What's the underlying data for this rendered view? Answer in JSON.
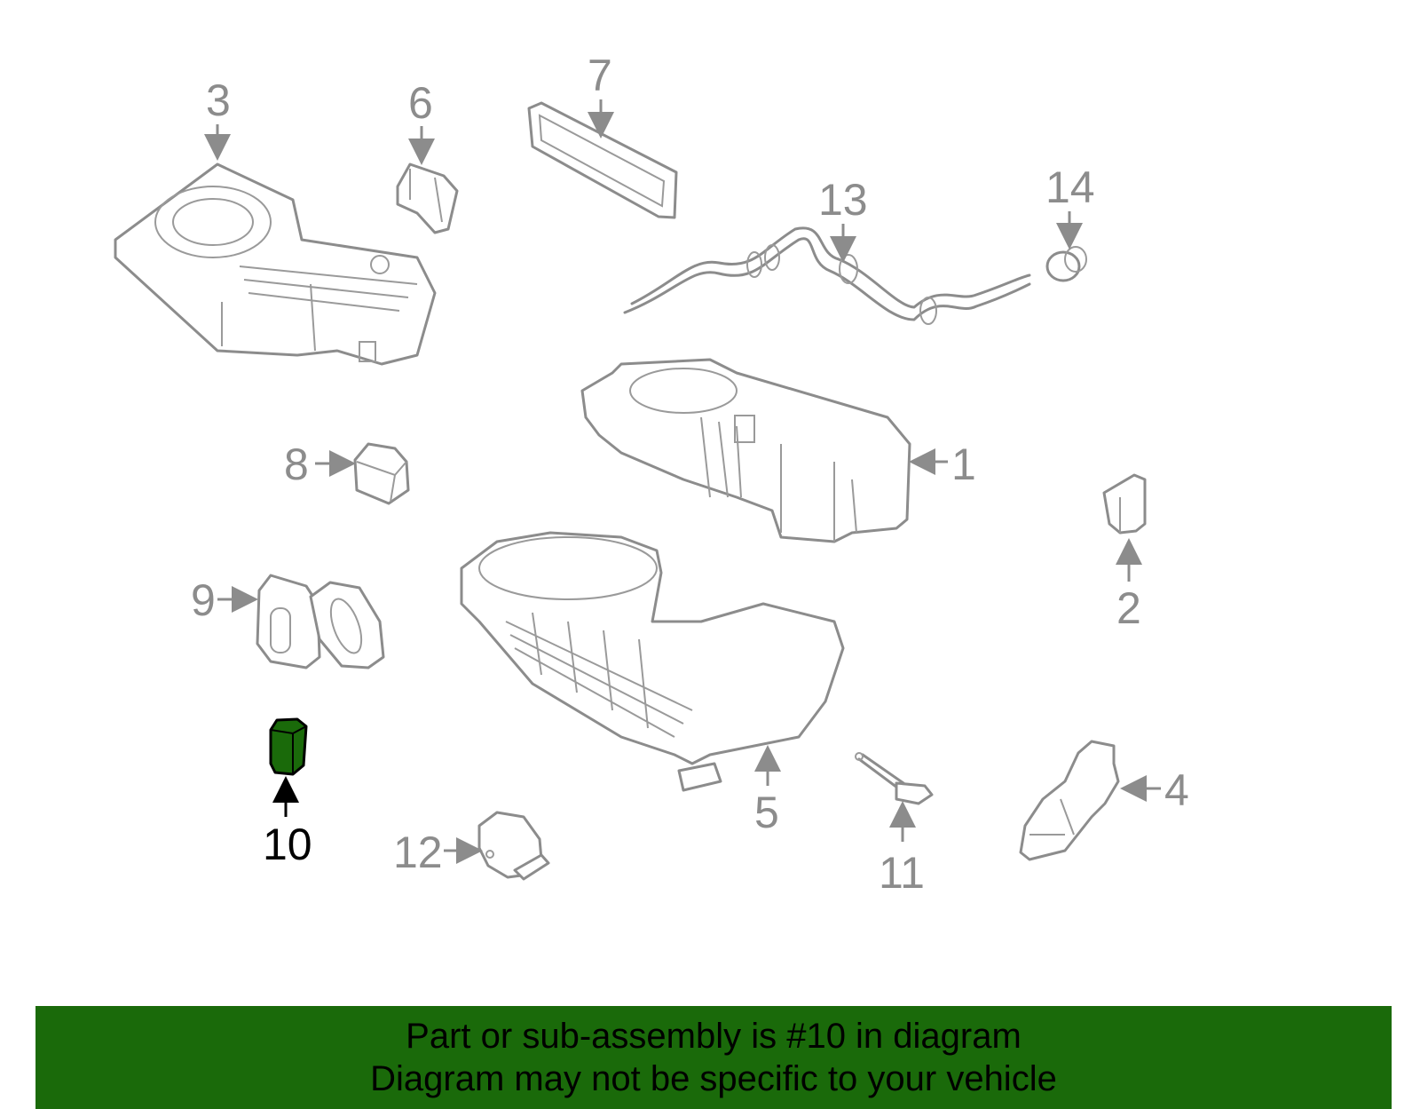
{
  "diagram": {
    "highlight_color": "#1a6a0a",
    "line_color": "#8c8c8c",
    "callouts": [
      "1",
      "2",
      "3",
      "4",
      "5",
      "6",
      "7",
      "8",
      "9",
      "10",
      "11",
      "12",
      "13",
      "14"
    ],
    "highlighted_callout": "10"
  },
  "banner": {
    "line1": "Part or sub-assembly is #10 in diagram",
    "line2": "Diagram may not be specific to your vehicle",
    "background": "#1a6a0a"
  }
}
